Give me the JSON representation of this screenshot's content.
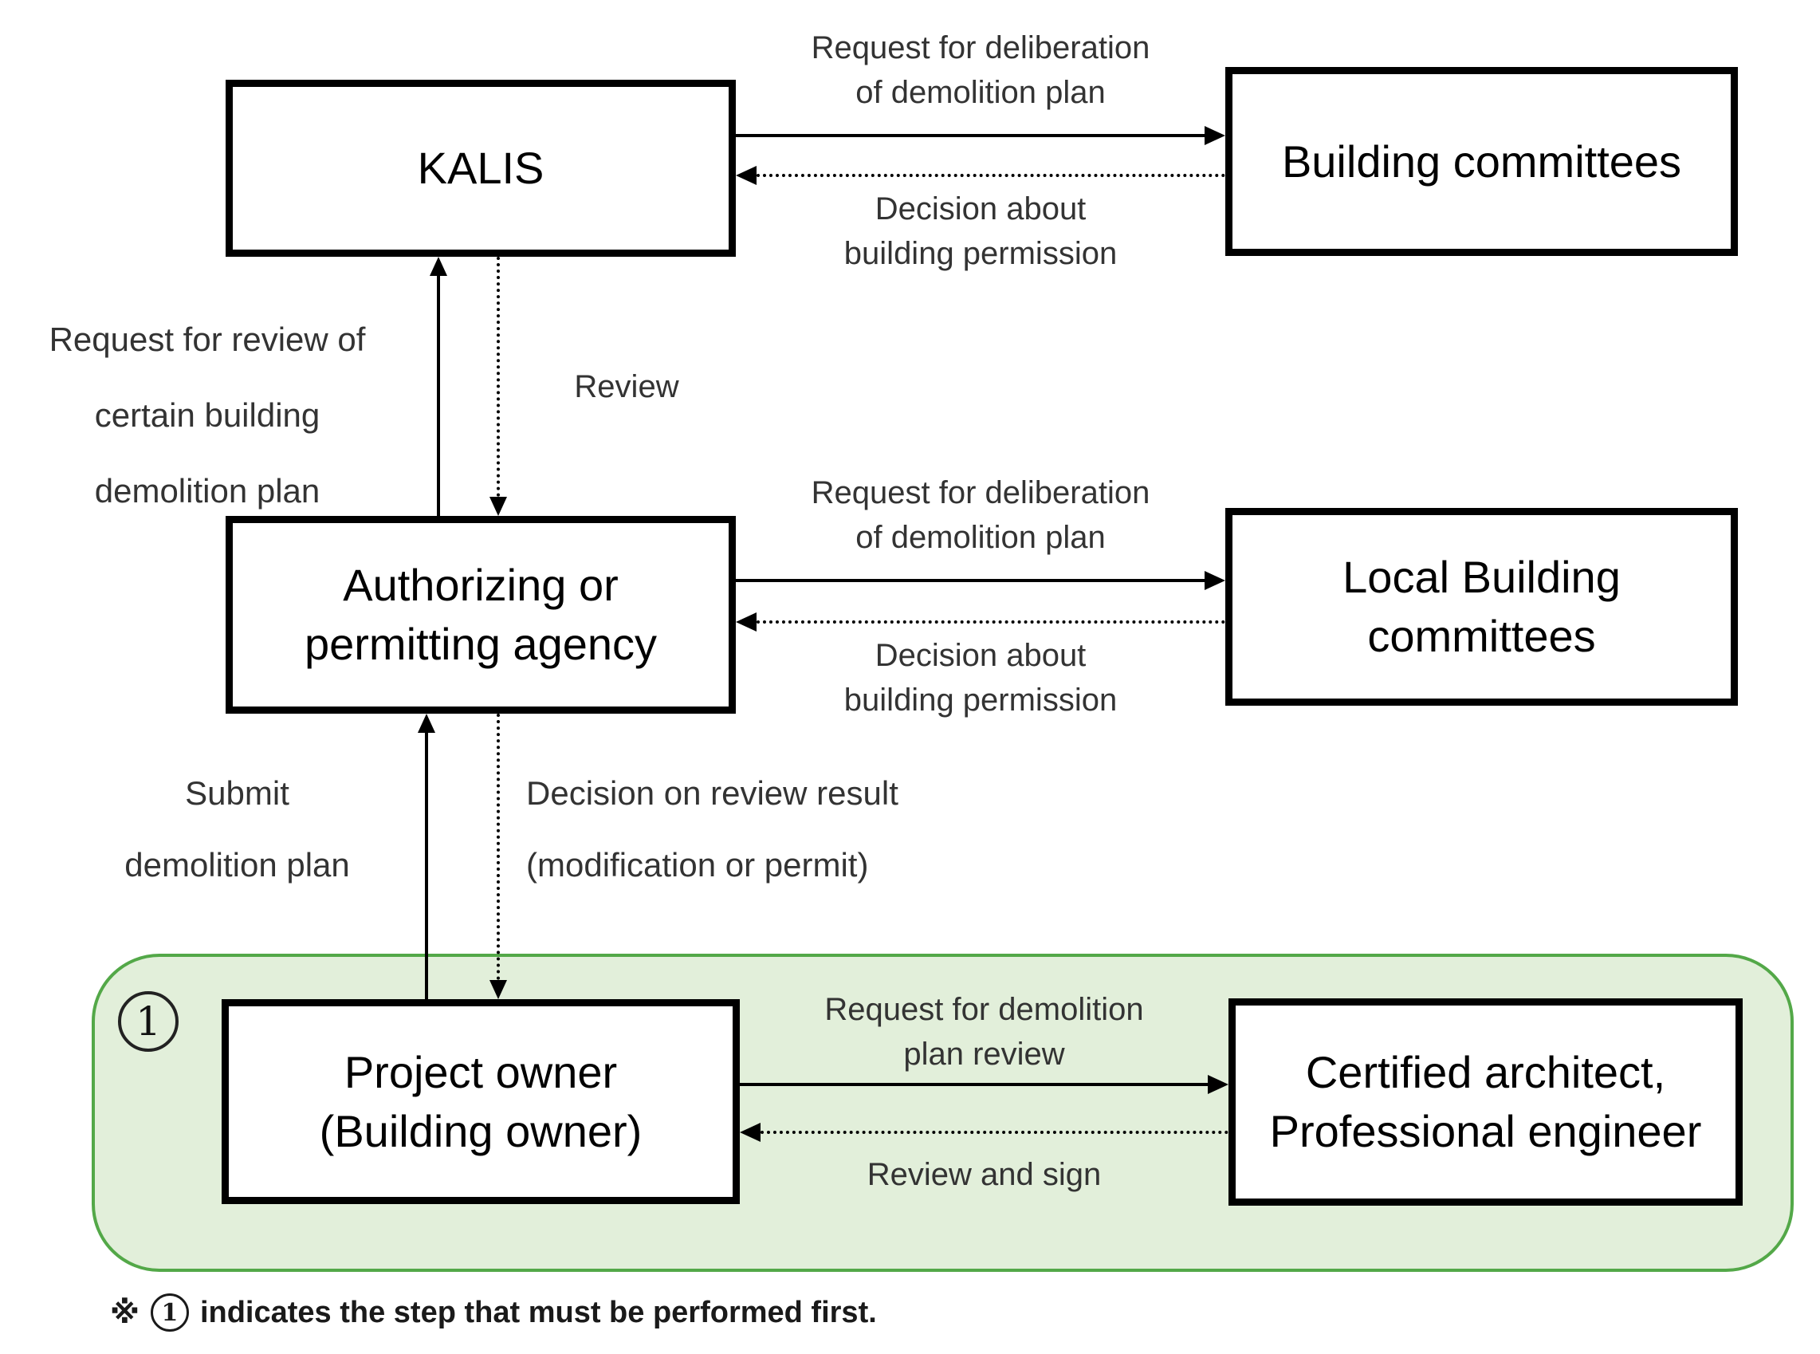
{
  "colors": {
    "background": "#ffffff",
    "box_border": "#000000",
    "box_text": "#000000",
    "label_text": "#333333",
    "green_fill": "#E2EFDA",
    "green_border": "#53A848"
  },
  "nodes": {
    "kalis": {
      "label": "KALIS"
    },
    "building_committees": {
      "label": "Building committees"
    },
    "authorizing_agency": {
      "lines": [
        "Authorizing or",
        "permitting agency"
      ]
    },
    "local_building_committees": {
      "lines": [
        "Local Building",
        "committees"
      ]
    },
    "project_owner": {
      "lines": [
        "Project owner",
        "(Building owner)"
      ]
    },
    "certified_architect": {
      "lines": [
        "Certified architect,",
        "Professional engineer"
      ]
    }
  },
  "edges": {
    "kalis_to_building_committees": {
      "style": "solid",
      "direction": "right",
      "lines": [
        "Request for deliberation",
        "of demolition plan"
      ]
    },
    "building_committees_to_kalis": {
      "style": "dotted",
      "direction": "left",
      "lines": [
        "Decision about",
        "building permission"
      ]
    },
    "agency_to_kalis": {
      "style": "solid",
      "direction": "up",
      "lines": [
        "Request for review of",
        "certain building",
        "demolition plan"
      ]
    },
    "kalis_to_agency": {
      "style": "dotted",
      "direction": "down",
      "label": "Review"
    },
    "agency_to_local_committees": {
      "style": "solid",
      "direction": "right",
      "lines": [
        "Request for deliberation",
        "of demolition plan"
      ]
    },
    "local_committees_to_agency": {
      "style": "dotted",
      "direction": "left",
      "lines": [
        "Decision about",
        "building permission"
      ]
    },
    "owner_to_agency": {
      "style": "solid",
      "direction": "up",
      "lines": [
        "Submit",
        "demolition plan"
      ]
    },
    "agency_to_owner": {
      "style": "dotted",
      "direction": "down",
      "lines": [
        "Decision on review result",
        "(modification or permit)"
      ]
    },
    "owner_to_architect": {
      "style": "solid",
      "direction": "right",
      "lines": [
        "Request for demolition",
        "plan review"
      ]
    },
    "architect_to_owner": {
      "style": "dotted",
      "direction": "left",
      "label": "Review and sign"
    }
  },
  "step_badge": {
    "number": "1"
  },
  "footnote": {
    "prefix": "※",
    "badge": "1",
    "text": "indicates the step that must be performed first."
  }
}
